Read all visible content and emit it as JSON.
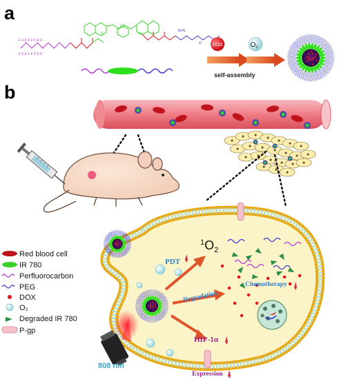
{
  "panels": {
    "a": "a",
    "b": "b"
  },
  "panel_a": {
    "dox": "DOX",
    "o2": "O",
    "o2_sub": "2",
    "self_assembly": "self-assembly"
  },
  "legend": [
    {
      "label": "Red blood cell"
    },
    {
      "label": "IR 780"
    },
    {
      "label": "Perfluorocarbon"
    },
    {
      "label": "PEG"
    },
    {
      "label": "DOX"
    },
    {
      "label": "O₂"
    },
    {
      "label": "Degraded IR 780"
    },
    {
      "label": "P-gp"
    }
  ],
  "cell": {
    "pdt": "PDT",
    "singlet_oxygen_sup": "1",
    "singlet_oxygen": "O",
    "singlet_oxygen_sub": "2",
    "degradation": "Degradation",
    "chemotherapy": "Chemotherapy",
    "hif": "HIF-1α",
    "expression": "Expression",
    "laser": "808 nm"
  },
  "colors": {
    "rbc": "#c0141c",
    "ir780": "#39d12a",
    "peg": "#3b3bd6",
    "perfluoro": "#b33bd6",
    "dox": "#e3171c",
    "o2": "#bfe6e8",
    "cell": "#fbf4c8",
    "membrane": "#f0a500",
    "vessel": "#f08a92",
    "arrow": "#e0542a",
    "pgp": "#f5c0c8"
  }
}
